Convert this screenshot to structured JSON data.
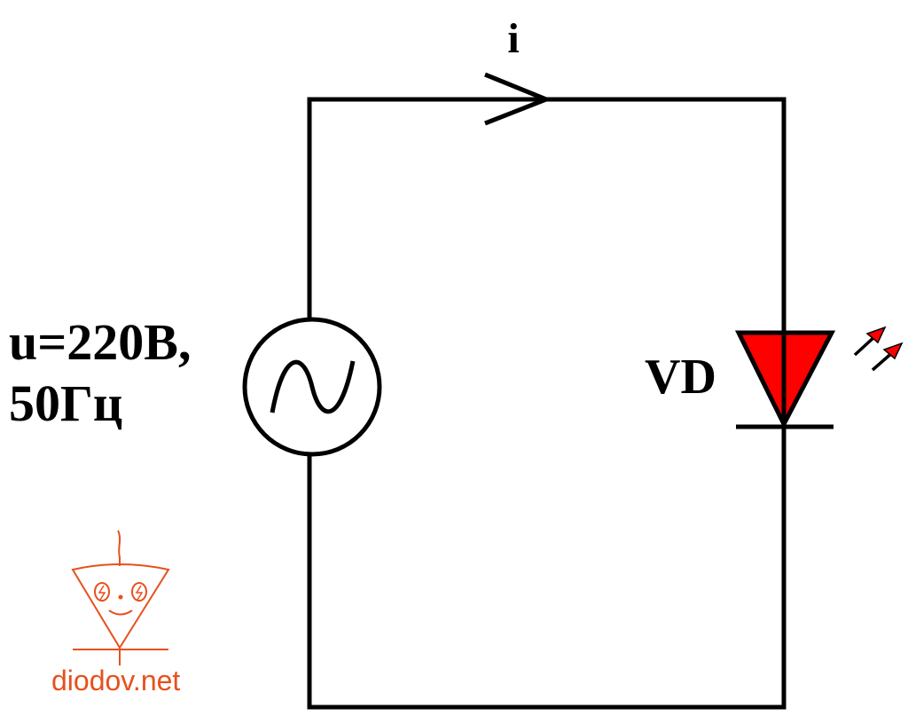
{
  "current_label": "i",
  "source": {
    "line1": "u=220В,",
    "line2": "50Гц",
    "icon": "ac-sine-icon"
  },
  "led": {
    "label": "VD",
    "icon": "led-diode-icon",
    "color": "#ff0000"
  },
  "logo": {
    "text": "diodov.net",
    "color": "#e8501c",
    "icon": "diode-mascot-icon"
  },
  "colors": {
    "wire": "#000000",
    "background": "#ffffff"
  }
}
